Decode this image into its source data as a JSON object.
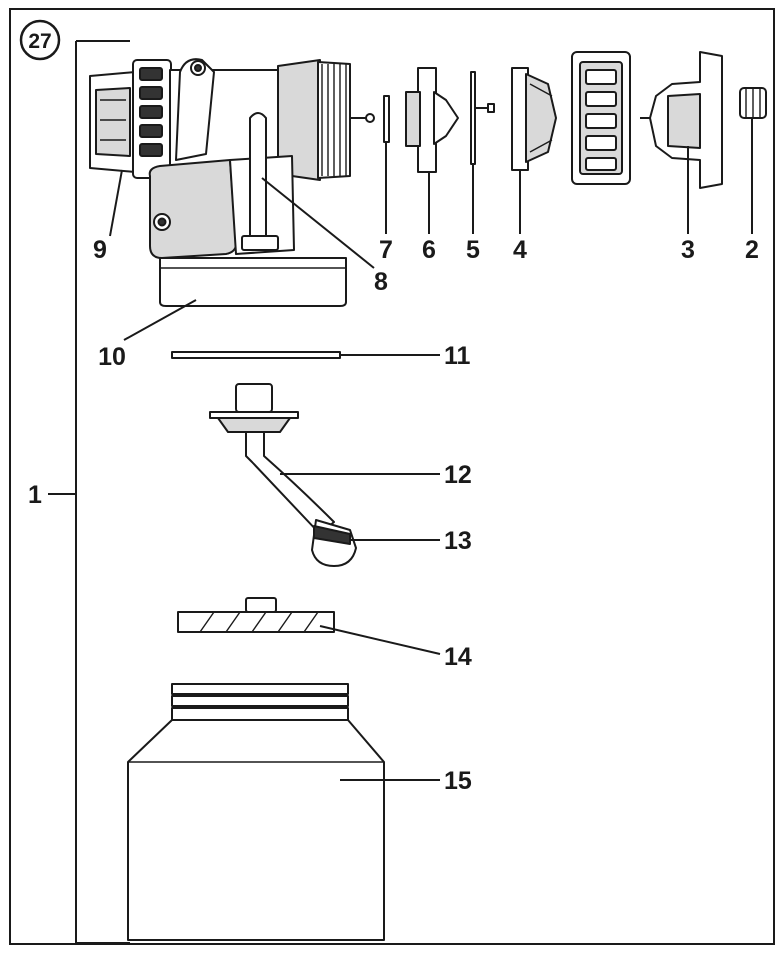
{
  "figure": {
    "badge": "27",
    "bracket_label": "1",
    "parts": [
      {
        "id": "p2",
        "label": "2"
      },
      {
        "id": "p3",
        "label": "3"
      },
      {
        "id": "p4",
        "label": "4"
      },
      {
        "id": "p5",
        "label": "5"
      },
      {
        "id": "p6",
        "label": "6"
      },
      {
        "id": "p7",
        "label": "7"
      },
      {
        "id": "p8",
        "label": "8"
      },
      {
        "id": "p9",
        "label": "9"
      },
      {
        "id": "p10",
        "label": "10"
      },
      {
        "id": "p11",
        "label": "11"
      },
      {
        "id": "p12",
        "label": "12"
      },
      {
        "id": "p13",
        "label": "13"
      },
      {
        "id": "p14",
        "label": "14"
      },
      {
        "id": "p15",
        "label": "15"
      }
    ]
  }
}
